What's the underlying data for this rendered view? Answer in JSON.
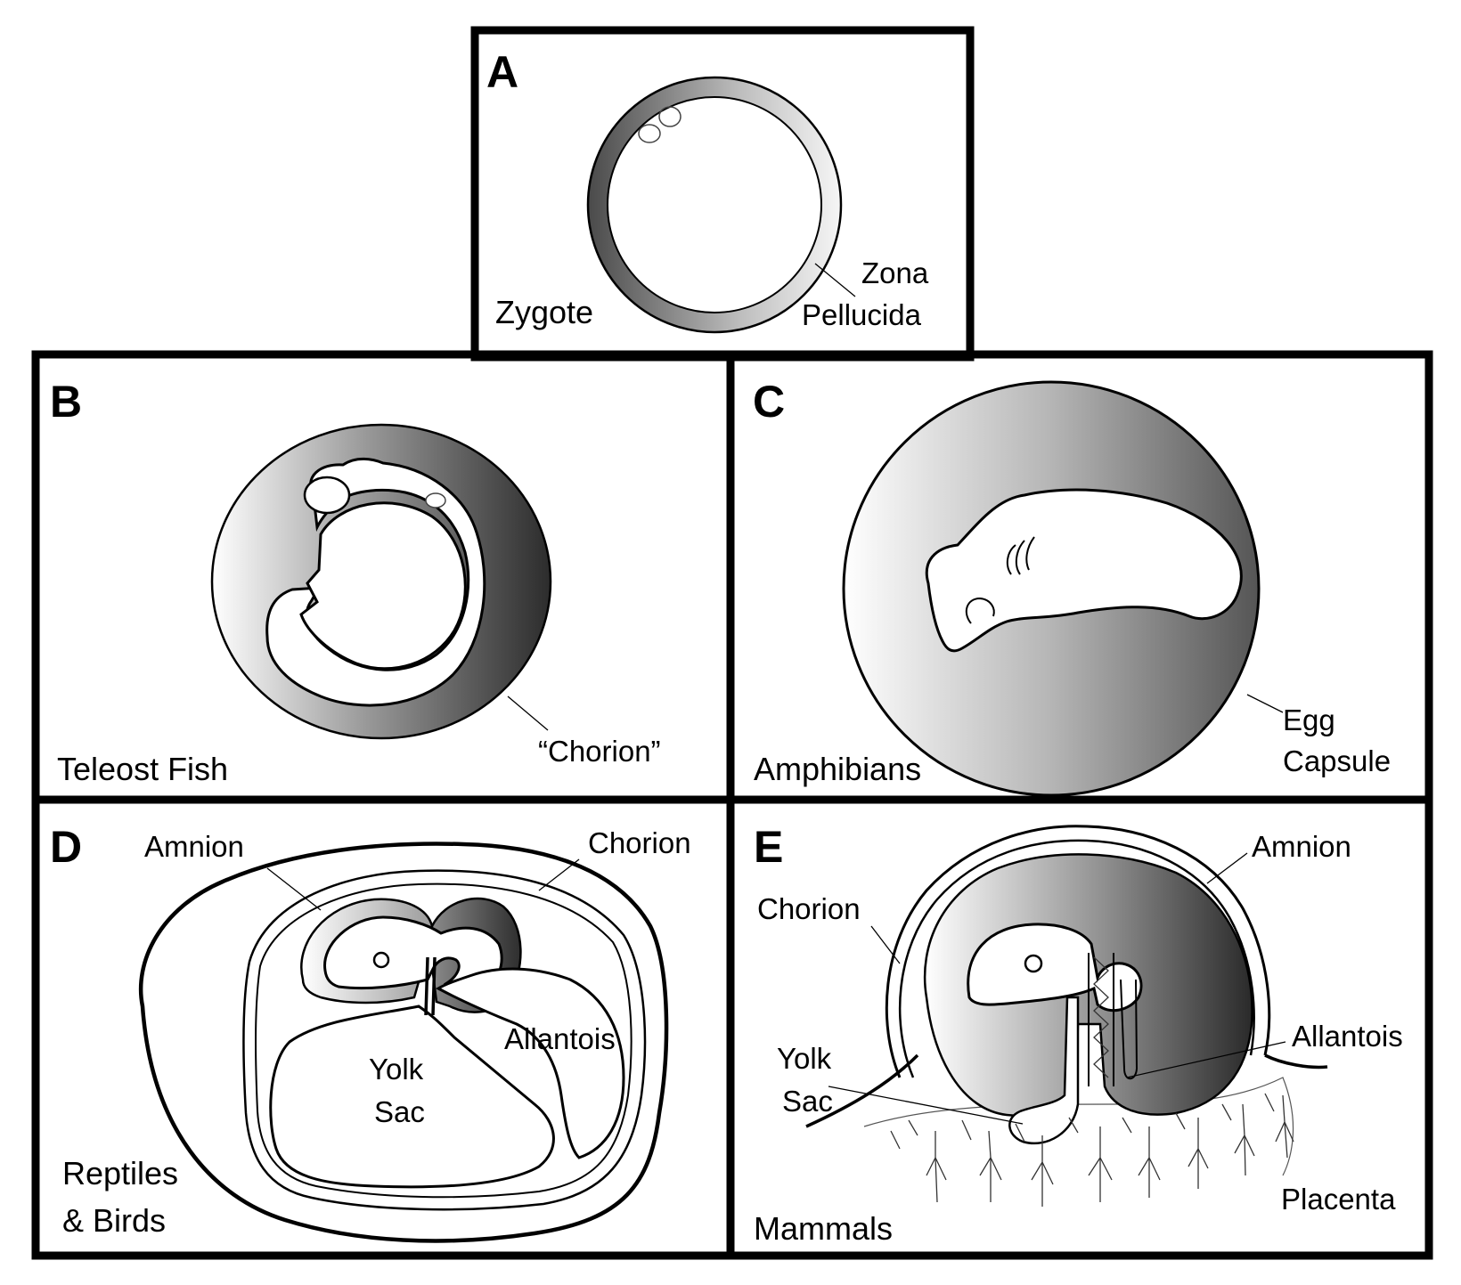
{
  "panels": {
    "a": {
      "letter": "A",
      "title": "Zygote",
      "labels": [
        "Zona",
        "Pellucida"
      ]
    },
    "b": {
      "letter": "B",
      "title": "Teleost Fish",
      "labels": [
        "“Chorion”"
      ]
    },
    "c": {
      "letter": "C",
      "title": "Amphibians",
      "labels": [
        "Egg",
        "Capsule"
      ]
    },
    "d": {
      "letter": "D",
      "title_lines": [
        "Reptiles",
        "& Birds"
      ],
      "labels": [
        "Amnion",
        "Chorion",
        "Allantois",
        "Yolk",
        "Sac"
      ]
    },
    "e": {
      "letter": "E",
      "title": "Mammals",
      "labels": [
        "Amnion",
        "Chorion",
        "Allantois",
        "Yolk",
        "Sac",
        "Placenta"
      ]
    }
  },
  "colors": {
    "ink": "#000000",
    "shade_dark": "#3a3a3a",
    "shade_light": "#f2f2f2"
  }
}
